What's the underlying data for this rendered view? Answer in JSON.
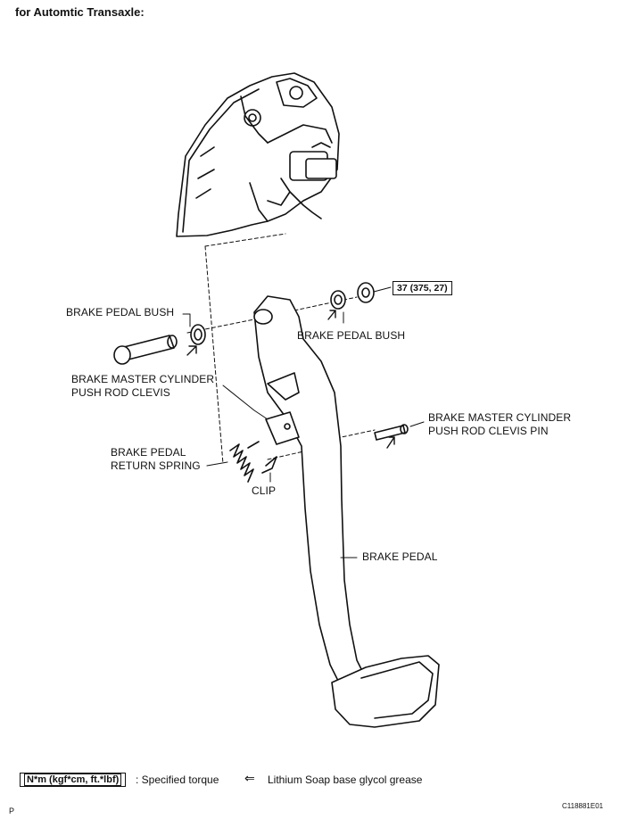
{
  "title": "for Automtic Transaxle:",
  "labels": {
    "bush_left": "BRAKE PEDAL BUSH",
    "bush_right": "BRAKE PEDAL BUSH",
    "clevis_line1": "BRAKE MASTER CYLINDER",
    "clevis_line2": "PUSH ROD CLEVIS",
    "clevis_pin_line1": "BRAKE MASTER CYLINDER",
    "clevis_pin_line2": "PUSH ROD CLEVIS PIN",
    "spring_line1": "BRAKE PEDAL",
    "spring_line2": "RETURN SPRING",
    "clip": "CLIP",
    "pedal": "BRAKE PEDAL"
  },
  "torque_spec": "37 (375, 27)",
  "legend": {
    "torque_unit": "N*m (kgf*cm, ft.*lbf)",
    "torque_desc": ": Specified torque",
    "grease_desc": "Lithium Soap base glycol grease",
    "grease_icon": "grease-arrow-icon"
  },
  "footer": {
    "page_mark": "P",
    "figure_id": "C118881E01"
  }
}
